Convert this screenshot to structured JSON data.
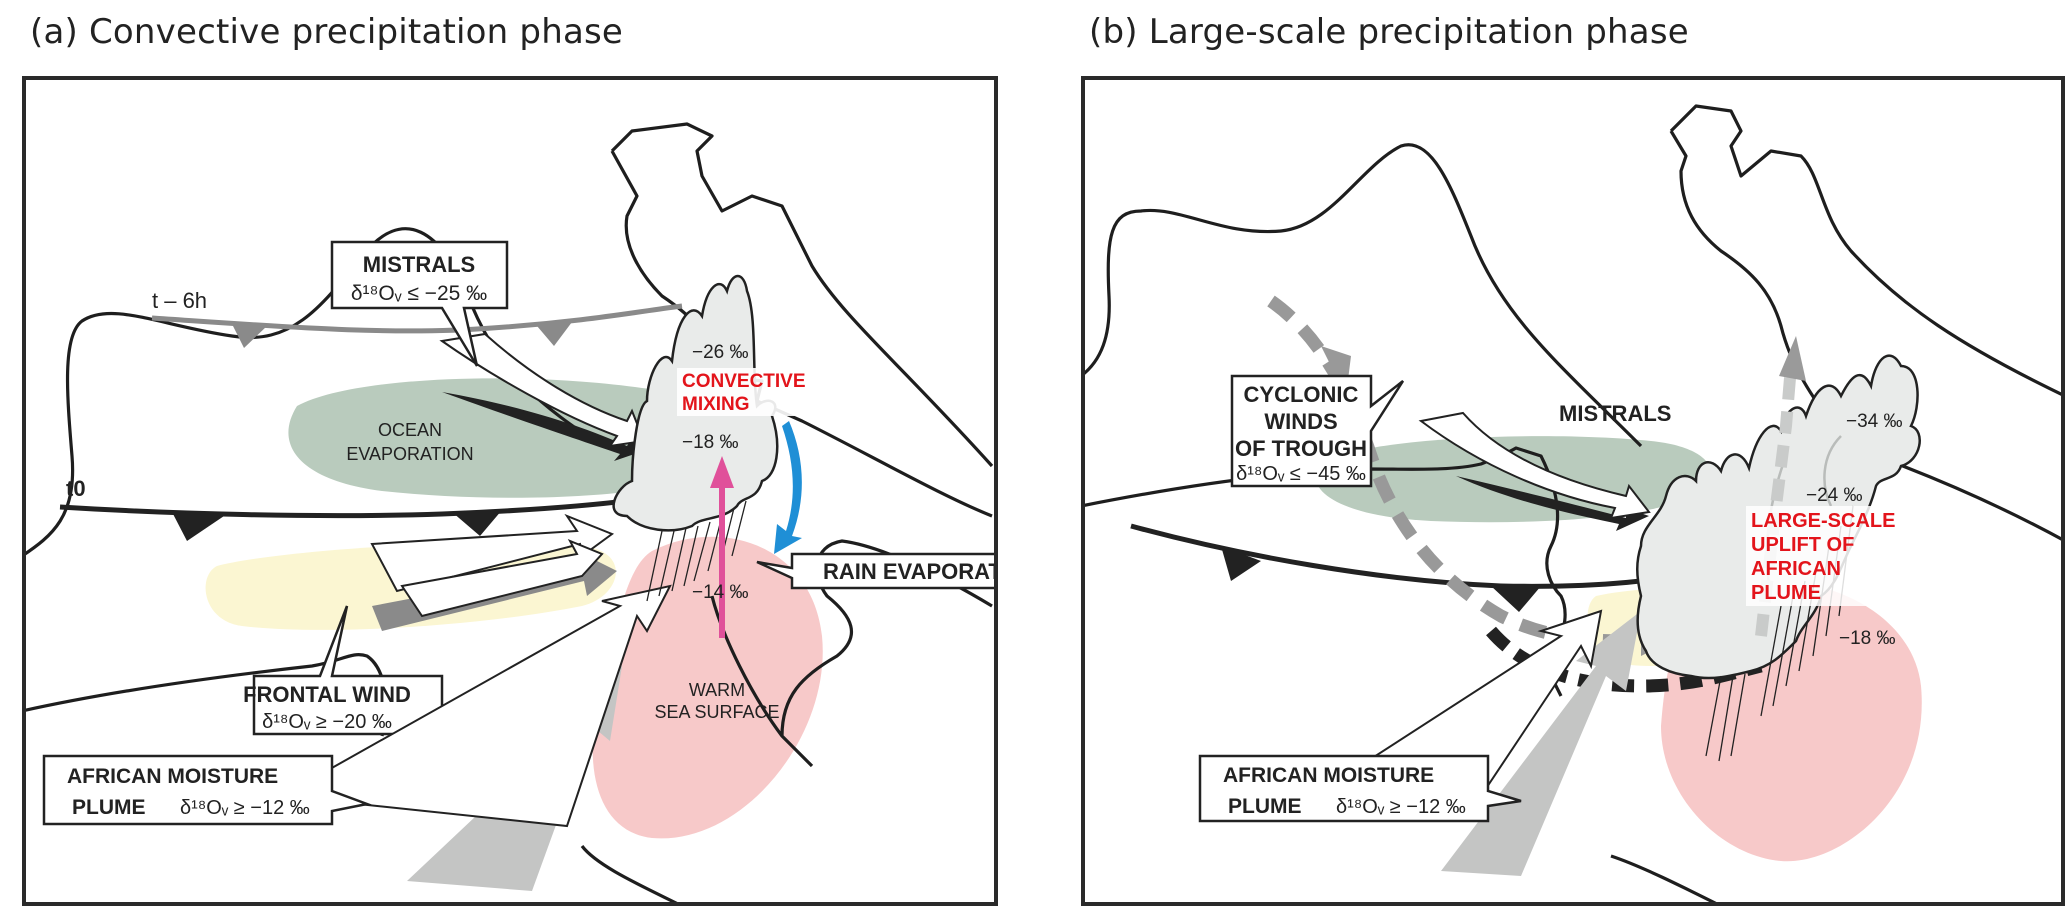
{
  "figure": {
    "panel_a": {
      "title": "(a) Convective precipitation phase",
      "mistrals": {
        "title": "MISTRALS",
        "isotope": "δ¹⁸Oᵥ ≤ −25 ‰"
      },
      "front_prev_label": "t – 6h",
      "front_now_label": "t0",
      "ocean_evaporation": [
        "OCEAN",
        "EVAPORATION"
      ],
      "convective_mixing": [
        "CONVECTIVE",
        "MIXING"
      ],
      "cloud_top_value": "−26 ‰",
      "cloud_mid_value": "−18 ‰",
      "rain_value": "−14 ‰",
      "rain_evaporation": "RAIN EVAPORATION",
      "frontal_wind": {
        "title": "FRONTAL WIND",
        "isotope": "δ¹⁸Oᵥ ≥ −20 ‰"
      },
      "warm_sea_surface": [
        "WARM",
        "SEA SURFACE"
      ],
      "african_plume": {
        "line1": "AFRICAN MOISTURE",
        "line2_title": "PLUME",
        "isotope": "δ¹⁸Oᵥ ≥ −12 ‰"
      }
    },
    "panel_b": {
      "title": "(b) Large-scale precipitation phase",
      "cyclonic": {
        "lines": [
          "CYCLONIC",
          "WINDS",
          "OF TROUGH"
        ],
        "isotope": "δ¹⁸Oᵥ ≤ −45 ‰"
      },
      "mistrals_label": "MISTRALS",
      "cloud_top_value": "−34 ‰",
      "cloud_mid_value": "−24 ‰",
      "rain_value": "−18 ‰",
      "uplift": [
        "LARGE-SCALE",
        "UPLIFT OF",
        "AFRICAN",
        "PLUME"
      ],
      "african_plume": {
        "line1": "AFRICAN MOISTURE",
        "line2_title": "PLUME",
        "isotope": "δ¹⁸Oᵥ ≥ −12 ‰"
      }
    },
    "colors": {
      "ocean_evaporation": "#b9cbbd",
      "warm_sea": "#f7c9c9",
      "frontal_band": "#fbf6d2",
      "cloud": "#e9ebea",
      "highlight_red": "#e3141b",
      "updraft_pink": "#e0509a",
      "downdraft_blue": "#1f8fd6",
      "front_grey": "#8a8a8a",
      "plume_grey": "#c4c5c4"
    }
  }
}
